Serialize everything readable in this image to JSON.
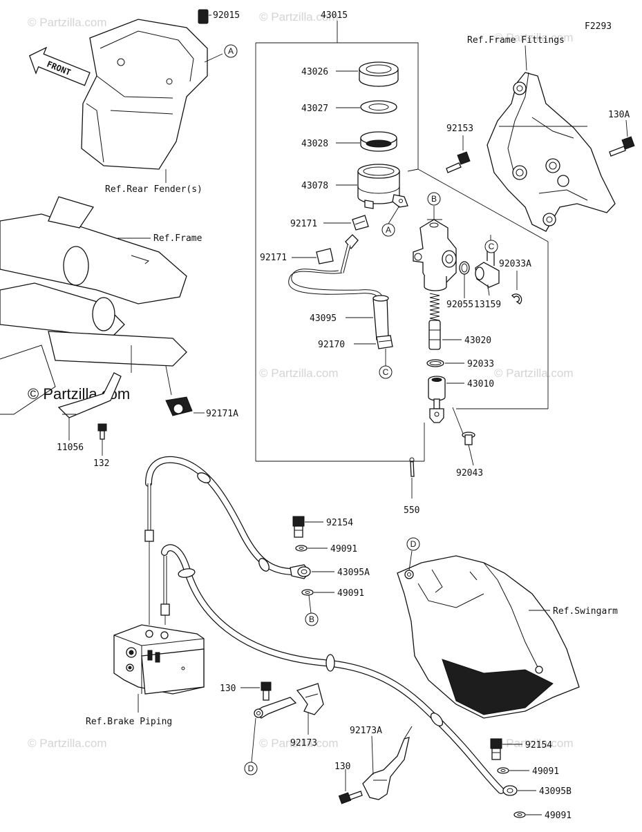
{
  "diagram_code": "F2293",
  "front_label": "FRONT",
  "watermark_text": "© Partzilla.com",
  "refs": {
    "rear_fender": "Ref.Rear Fender(s)",
    "frame": "Ref.Frame",
    "frame_fittings": "Ref.Frame Fittings",
    "swingarm": "Ref.Swingarm",
    "brake_piping": "Ref.Brake Piping"
  },
  "parts": {
    "p92015": "92015",
    "p43015": "43015",
    "p43026": "43026",
    "p43027": "43027",
    "p43028": "43028",
    "p43078": "43078",
    "p92171": "92171",
    "p92171b": "92171",
    "p43095": "43095",
    "p92170": "92170",
    "p92153": "92153",
    "p130A": "130A",
    "p92055": "92055",
    "p13159": "13159",
    "p92033A": "92033A",
    "p43020": "43020",
    "p92033": "92033",
    "p43010": "43010",
    "p92043": "92043",
    "p550": "550",
    "p92171A": "92171A",
    "p11056": "11056",
    "p132": "132",
    "p92154": "92154",
    "p49091a": "49091",
    "p43095A": "43095A",
    "p49091b": "49091",
    "p130": "130",
    "p92173": "92173",
    "p92173A": "92173A",
    "p130b": "130",
    "p92154b": "92154",
    "p49091c": "49091",
    "p43095B": "43095B",
    "p49091d": "49091"
  },
  "callouts": {
    "A": "A",
    "B": "B",
    "C": "C",
    "D": "D"
  }
}
